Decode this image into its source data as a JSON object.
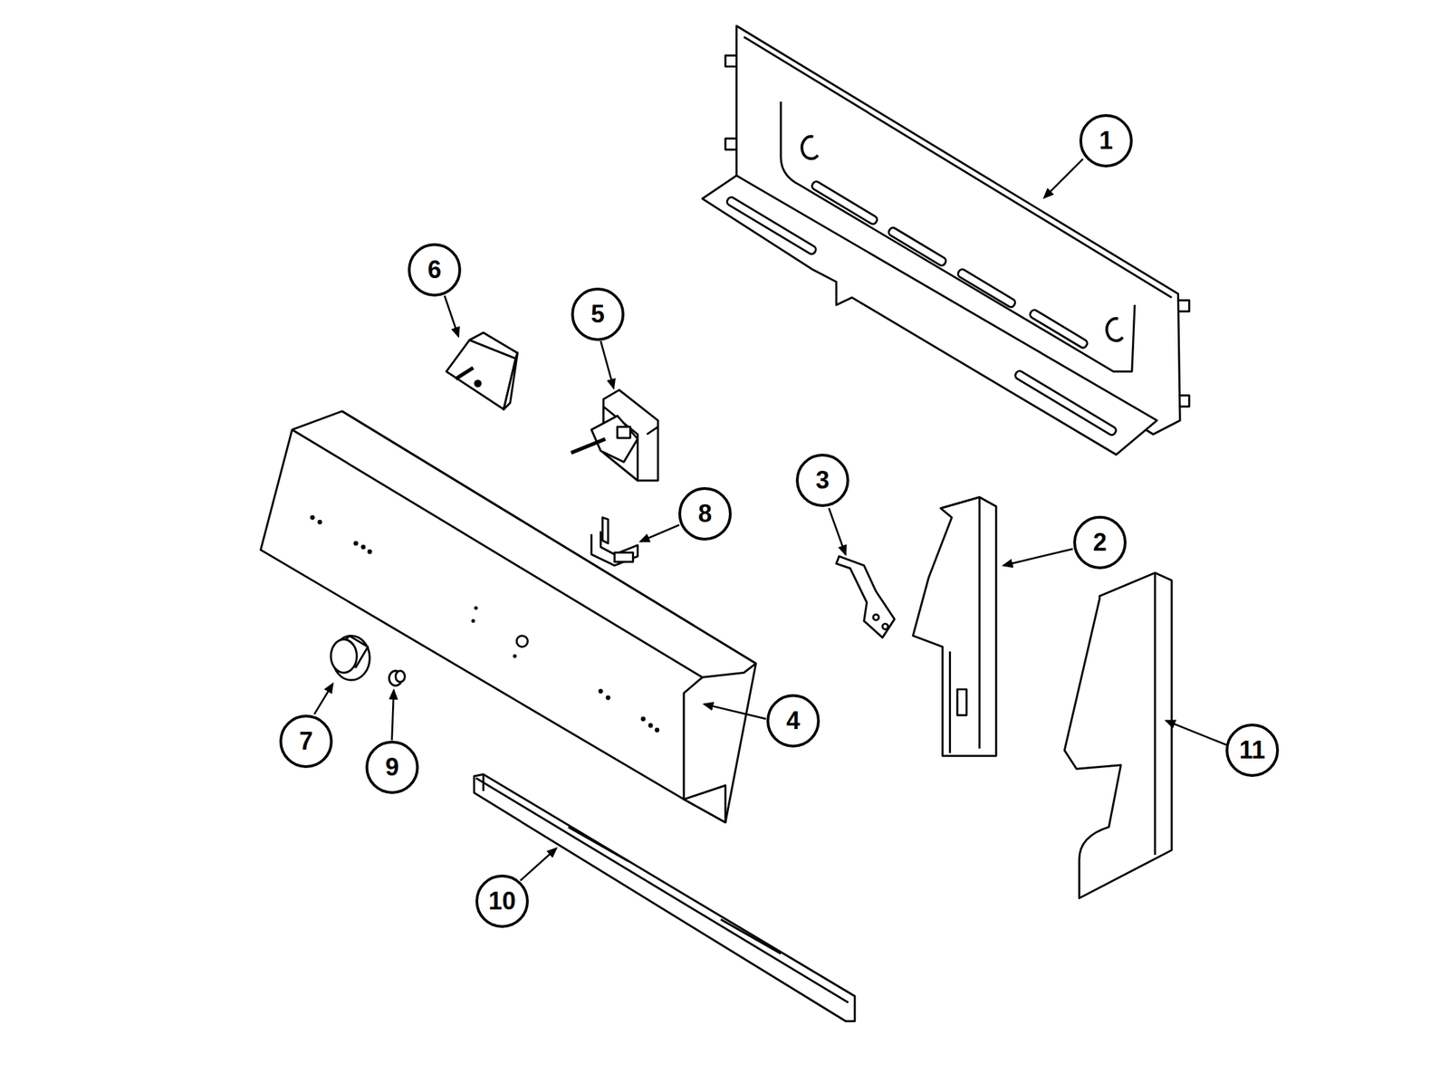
{
  "diagram": {
    "nodes": [
      {
        "text": [
          "1"
        ]
      },
      {
        "text": [
          "6"
        ]
      },
      {
        "text": [
          "5"
        ]
      },
      {
        "text": [
          "3"
        ]
      },
      {
        "text": [
          "8"
        ]
      },
      {
        "text": [
          "2"
        ]
      },
      {
        "text": [
          "4"
        ]
      },
      {
        "text": [
          "7"
        ]
      },
      {
        "text": [
          "9"
        ]
      },
      {
        "text": [
          "11"
        ]
      },
      {
        "text": [
          "10"
        ]
      }
    ]
  }
}
